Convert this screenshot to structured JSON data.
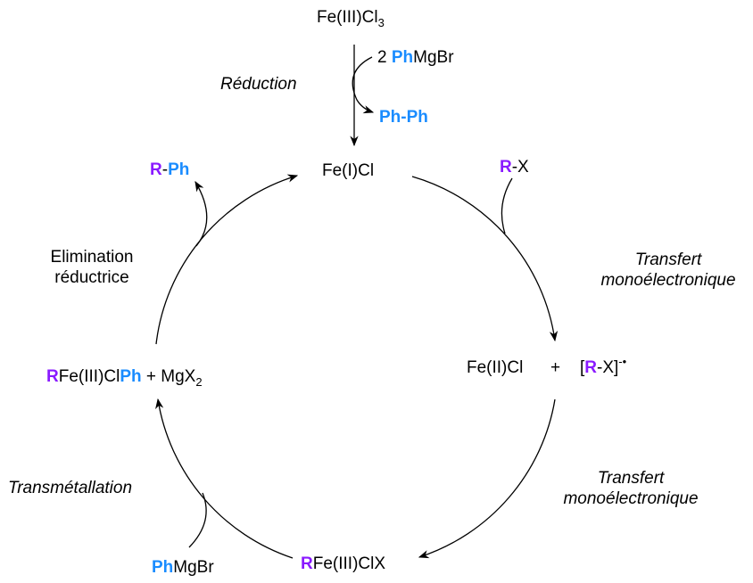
{
  "colors": {
    "phenyl": "#1a8cff",
    "r_group": "#8a1aff"
  },
  "precursor": {
    "main": "Fe(III)Cl",
    "sub": "3"
  },
  "reduction": {
    "label": "Réduction",
    "reagent_coef": "2 ",
    "reagent_ph": "Ph",
    "reagent_rest": "MgBr",
    "byproduct": "Ph-Ph"
  },
  "cycle": {
    "fe1": "Fe(I)Cl",
    "fe2": {
      "main": "Fe(II)Cl",
      "plus": "+",
      "open": "[",
      "r": "R",
      "rest": "-X]",
      "charge": "-•"
    },
    "fe3x": {
      "r": "R",
      "rest": "Fe(III)ClX"
    },
    "fe3ph": {
      "r": "R",
      "mid": "Fe(III)Cl",
      "ph": "Ph",
      "rest": " + MgX",
      "sub": "2"
    }
  },
  "steps": {
    "set1": {
      "line1": "Transfert",
      "line2": "monoélectronique",
      "reagent_r": "R",
      "reagent_rest": "-X"
    },
    "set2": {
      "line1": "Transfert",
      "line2": "monoélectronique"
    },
    "transmetal": {
      "label": "Transmétallation",
      "reagent_ph": "Ph",
      "reagent_rest": "MgBr"
    },
    "elimination": {
      "line1": "Elimination",
      "line2": "réductrice",
      "product_r": "R",
      "product_dash": "-",
      "product_ph": "Ph"
    }
  }
}
